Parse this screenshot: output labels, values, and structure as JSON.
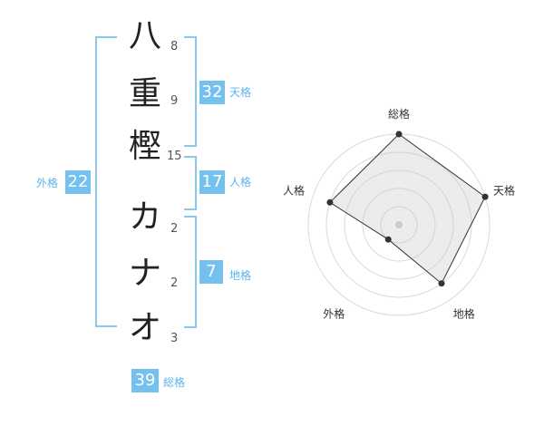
{
  "name": {
    "surname": [
      {
        "char": "八",
        "strokes": "8"
      },
      {
        "char": "重",
        "strokes": "9"
      },
      {
        "char": "樫",
        "strokes": "15"
      }
    ],
    "given": [
      {
        "char": "カ",
        "strokes": "2"
      },
      {
        "char": "ナ",
        "strokes": "2"
      },
      {
        "char": "オ",
        "strokes": "3"
      }
    ]
  },
  "kaku": {
    "tenkaku": {
      "label": "天格",
      "value": "32"
    },
    "jinkaku": {
      "label": "人格",
      "value": "17"
    },
    "chikaku": {
      "label": "地格",
      "value": "7"
    },
    "gaikaku": {
      "label": "外格",
      "value": "22"
    },
    "soukaku": {
      "label": "総格",
      "value": "39"
    }
  },
  "colors": {
    "accent": "#74c1f0",
    "bracket": "#8cc8ee",
    "label_text": "#5bb4ea"
  },
  "chart_data": {
    "type": "radar",
    "axes": [
      "総格",
      "天格",
      "地格",
      "外格",
      "人格"
    ],
    "max": 5,
    "rings": 5,
    "values": [
      5,
      5,
      4,
      1,
      4
    ]
  }
}
